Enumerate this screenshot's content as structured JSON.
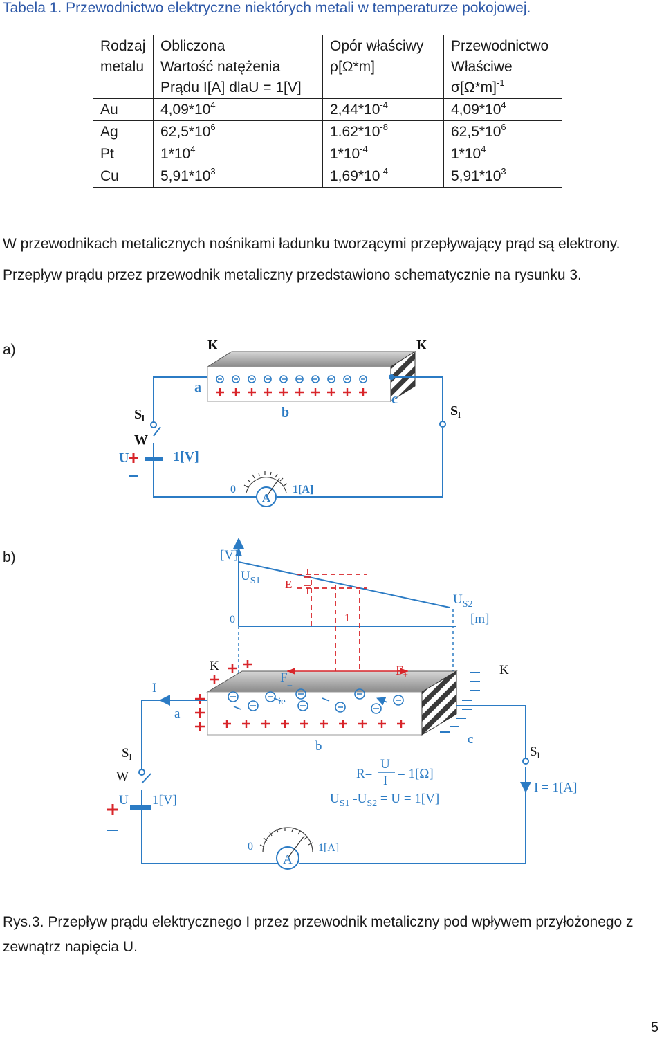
{
  "caption": "Tabela 1. Przewodnictwo elektryczne niektórych metali w temperaturze pokojowej.",
  "table": {
    "headers": [
      [
        "Rodzaj",
        "metalu",
        ""
      ],
      [
        "Obliczona",
        "Wartość natężenia",
        "Prądu I[A] dlaU = 1[V]"
      ],
      [
        "Opór właściwy",
        "ρ[Ω*m]",
        ""
      ],
      [
        "Przewodnictwo",
        "Właściwe",
        "σ[Ω*m]"
      ]
    ],
    "header_sup": "-1",
    "rows": [
      {
        "metal": "Au",
        "current": "4,09*10",
        "current_exp": "4",
        "resistivity": "2,44*10",
        "resistivity_exp": "-4",
        "conductivity": "4,09*10",
        "conductivity_exp": "4"
      },
      {
        "metal": "Ag",
        "current": "62,5*10",
        "current_exp": "6",
        "resistivity": "1.62*10",
        "resistivity_exp": "-8",
        "conductivity": "62,5*10",
        "conductivity_exp": "6"
      },
      {
        "metal": "Pt",
        "current": "1*10",
        "current_exp": "4",
        "resistivity": "1*10",
        "resistivity_exp": "-4",
        "conductivity": "1*10",
        "conductivity_exp": "4"
      },
      {
        "metal": "Cu",
        "current": "5,91*10",
        "current_exp": "3",
        "resistivity": "1,69*10",
        "resistivity_exp": "-4",
        "conductivity": "5,91*10",
        "conductivity_exp": "3"
      }
    ]
  },
  "paragraph": "W przewodnikach metalicznych nośnikami ładunku tworzącymi przepływający prąd są elektrony. Przepływ prądu przez przewodnik metaliczny przedstawiono schematycznie na rysunku 3.",
  "label_a": "a)",
  "label_b": "b)",
  "fig_a": {
    "k_left": "K",
    "k_right": "K",
    "a": "a",
    "b": "b",
    "c": "c",
    "s": "S",
    "s_sub": "l",
    "w": "W",
    "u": "U",
    "plus": "+",
    "minus": "−",
    "voltage": "1[V]",
    "meter_zero": "0",
    "meter_unit": "1[A]",
    "meter": "A",
    "electron": "⊖"
  },
  "fig_b": {
    "v_axis": "[V]",
    "m_axis": "[m]",
    "us1": "U",
    "us1_sub": "S1",
    "us2": "U",
    "us2_sub": "S2",
    "e": "E",
    "zero": "0",
    "one": "1",
    "k_left": "K",
    "k_right": "K",
    "f_left": "F",
    "f_left_sub": "_",
    "f_right": "F",
    "f_right_sub": "+",
    "ie": "ie",
    "i": "I",
    "a": "a",
    "b": "b",
    "c": "c",
    "s": "S",
    "s_sub": "l",
    "w": "W",
    "u": "U",
    "voltage": "1[V]",
    "formula_r": "R=",
    "formula_u": "U",
    "formula_i": "I",
    "formula_r_value": "=   1[Ω]",
    "formula_2_a": "U",
    "formula_2_a_sub": "S1",
    "formula_2_mid": " -U",
    "formula_2_b_sub": "S2",
    "formula_2_rest": " = U = 1[V]",
    "current_label": "I = 1[A]",
    "meter_zero": "0",
    "meter_unit": "1[A]",
    "meter": "A"
  },
  "figure_caption": "Rys.3. Przepływ prądu elektrycznego I przez przewodnik metaliczny pod wpływem przyłożonego z zewnątrz napięcia U.",
  "page_number": "5",
  "colors": {
    "wire": "#2b7bc4",
    "charge": "#d8252a",
    "caption": "#2e59a8",
    "slab_top": "#9c9c9c"
  }
}
